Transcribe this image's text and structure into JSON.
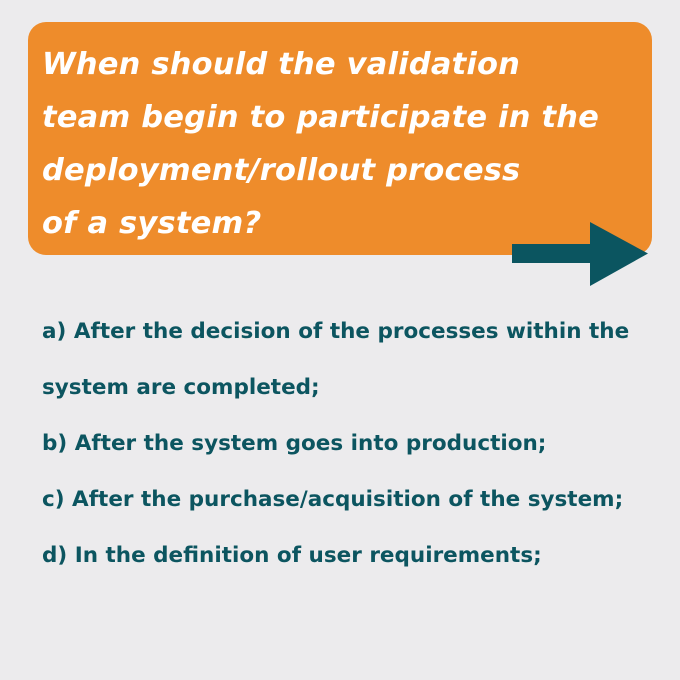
{
  "question": {
    "text": "When should the validation\nteam begin to participate in the\ndeployment/rollout process\nof a system?"
  },
  "arrow": {
    "icon": "right-arrow-icon",
    "color": "#0b5560"
  },
  "options": [
    {
      "label": "a) After the decision of the processes within the system are completed;"
    },
    {
      "label": "b) After the system goes into production;"
    },
    {
      "label": "c) After the purchase/acquisition of the system;"
    },
    {
      "label": "d) In the definition of user requirements;"
    }
  ],
  "colors": {
    "background": "#ecebed",
    "accent": "#ee8c2b",
    "text_dark": "#0c5560",
    "text_light": "#ffffff"
  }
}
